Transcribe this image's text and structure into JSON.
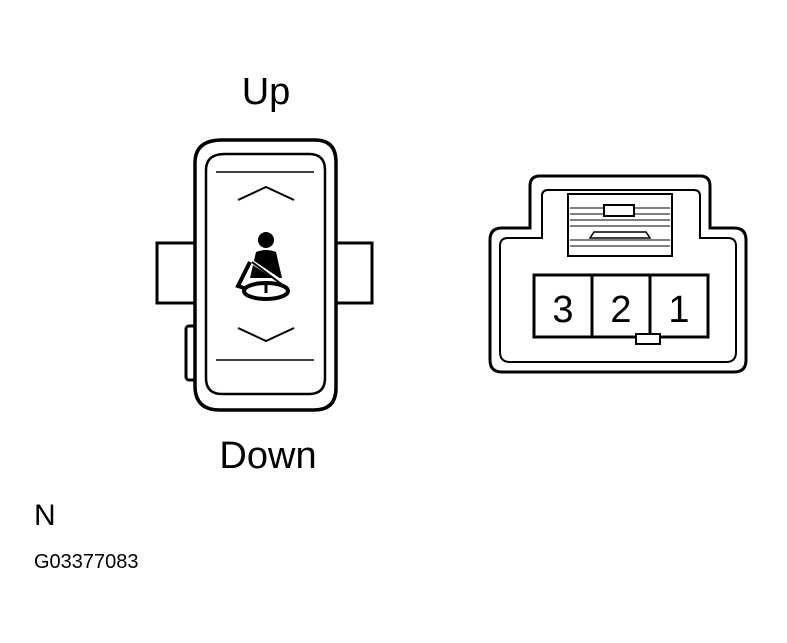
{
  "switch": {
    "label_up": "Up",
    "label_down": "Down",
    "center_icon": "seatbelt-icon",
    "up_mark_icon": "chevron-up-icon",
    "down_mark_icon": "chevron-down-icon"
  },
  "connector": {
    "terminals": [
      "3",
      "2",
      "1"
    ]
  },
  "footer": {
    "note": "N",
    "figure_code": "G03377083"
  },
  "colors": {
    "line": "#000000",
    "background": "#ffffff"
  }
}
